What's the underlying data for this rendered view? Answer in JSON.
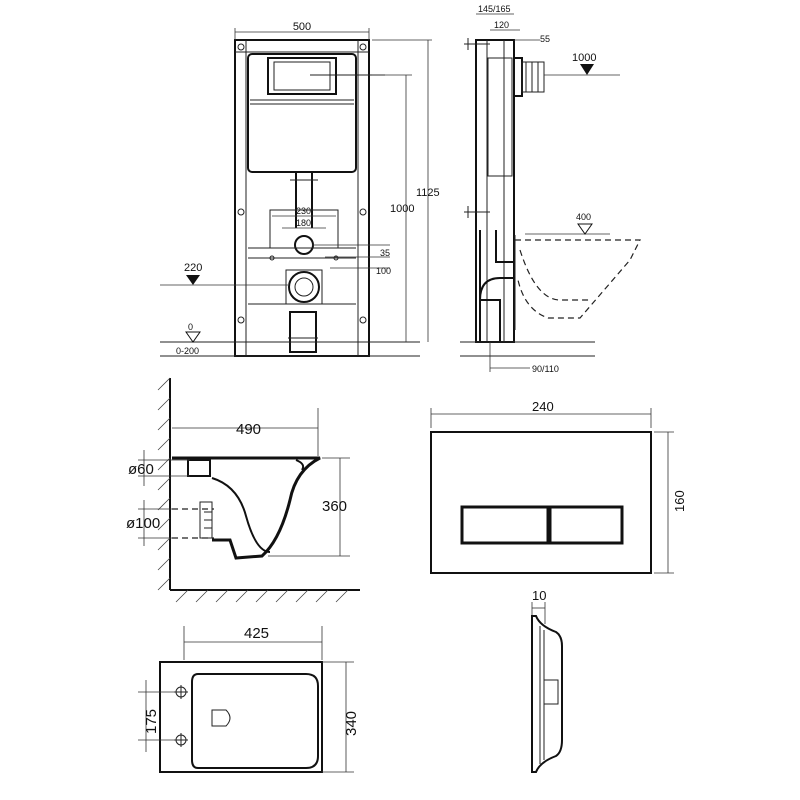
{
  "frame_front": {
    "width": "500",
    "height_1125": "1125",
    "height_1000": "1000",
    "inner_230": "230",
    "inner_180": "180",
    "offset_35": "35",
    "offset_100": "100",
    "level_220": "220",
    "floor_0": "0",
    "floor_range": "0-200"
  },
  "frame_side": {
    "depth_range": "145/165",
    "depth_120": "120",
    "depth_55": "55",
    "level_1000": "1000",
    "level_400": "400",
    "bottom_range": "90/110"
  },
  "bowl_side": {
    "length": "490",
    "height": "360",
    "inlet": "ø60",
    "outlet": "ø100"
  },
  "bowl_top": {
    "width": "425",
    "depth": "340",
    "fixing": "175"
  },
  "flush_plate": {
    "width": "240",
    "height": "160",
    "thickness": "10"
  }
}
